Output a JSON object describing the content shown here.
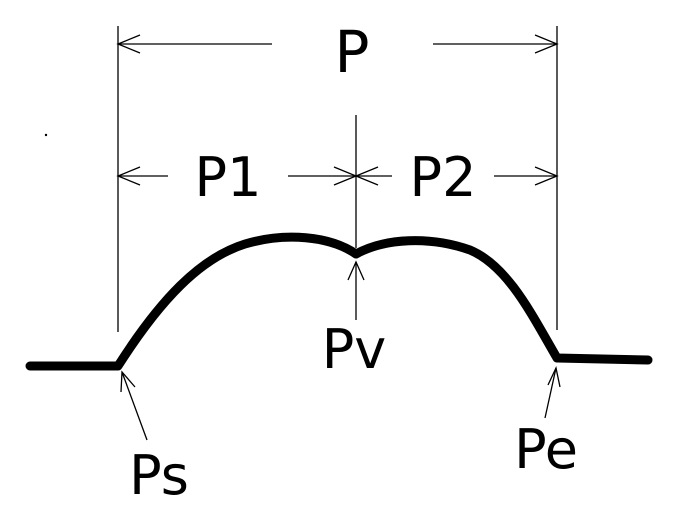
{
  "labels": {
    "total_period": "P",
    "first_segment": "P1",
    "second_segment": "P2",
    "start_point": "Ps",
    "valley_point": "Pv",
    "end_point": "Pe"
  },
  "colors": {
    "stroke": "#000000",
    "background": "#ffffff"
  }
}
